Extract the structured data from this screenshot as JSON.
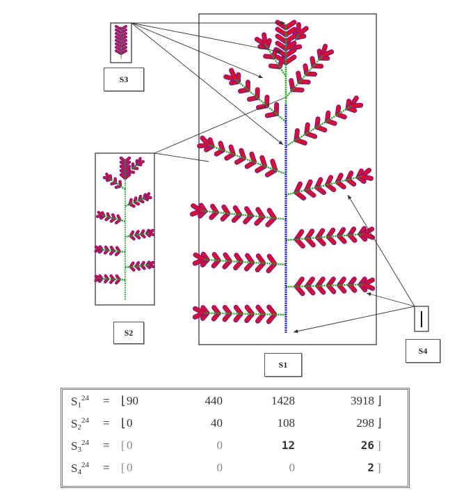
{
  "figure": {
    "colors": {
      "leaf": "#d8102e",
      "leaf_edge": "#6a1aa0",
      "branch": "#1fa01f",
      "trunk": "#1a1acc",
      "frame": "#555555",
      "arrow": "#333333"
    },
    "labels": {
      "s1": "S1",
      "s2": "S2",
      "s3": "S3",
      "s4": "S4"
    }
  },
  "matrix": {
    "rows": [
      {
        "name": "S",
        "sub": "1",
        "sup": "24",
        "eq": "=",
        "open": "⌊",
        "values": [
          "90",
          "440",
          "1428",
          "3918"
        ],
        "close": "⌋"
      },
      {
        "name": "S",
        "sub": "2",
        "sup": "24",
        "eq": "=",
        "open": "⌊",
        "values": [
          "0",
          "40",
          "108",
          "298"
        ],
        "close": "⌋"
      },
      {
        "name": "S",
        "sub": "3",
        "sup": "24",
        "eq": "=",
        "open": "[",
        "values": [
          "0",
          "0",
          "12",
          "26"
        ],
        "close": "]"
      },
      {
        "name": "S",
        "sub": "4",
        "sup": "24",
        "eq": "=",
        "open": "[",
        "values": [
          "0",
          "0",
          "0",
          "2"
        ],
        "close": "]"
      }
    ]
  }
}
